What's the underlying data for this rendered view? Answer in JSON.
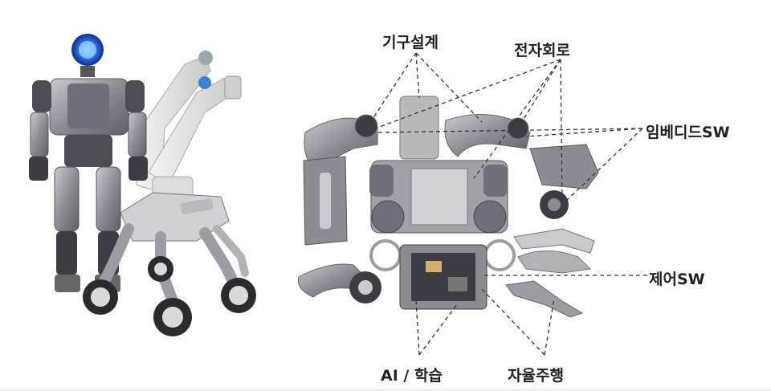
{
  "labels": {
    "mechanical": "기구설계",
    "circuit": "전자회로",
    "embedded": "임베디드SW",
    "control": "제어SW",
    "ai": "AI / 학습",
    "autonomous": "자율주행"
  },
  "colors": {
    "robot_metal": "#8a8d92",
    "robot_dark": "#3a3d42",
    "robot_light": "#d9dadc",
    "accent_blue": "#2f6fe0",
    "leader_line": "#333333"
  },
  "icons": [
    "humanoid-robot",
    "robot-arm",
    "quadruped-robot",
    "exploded-robot-parts"
  ]
}
